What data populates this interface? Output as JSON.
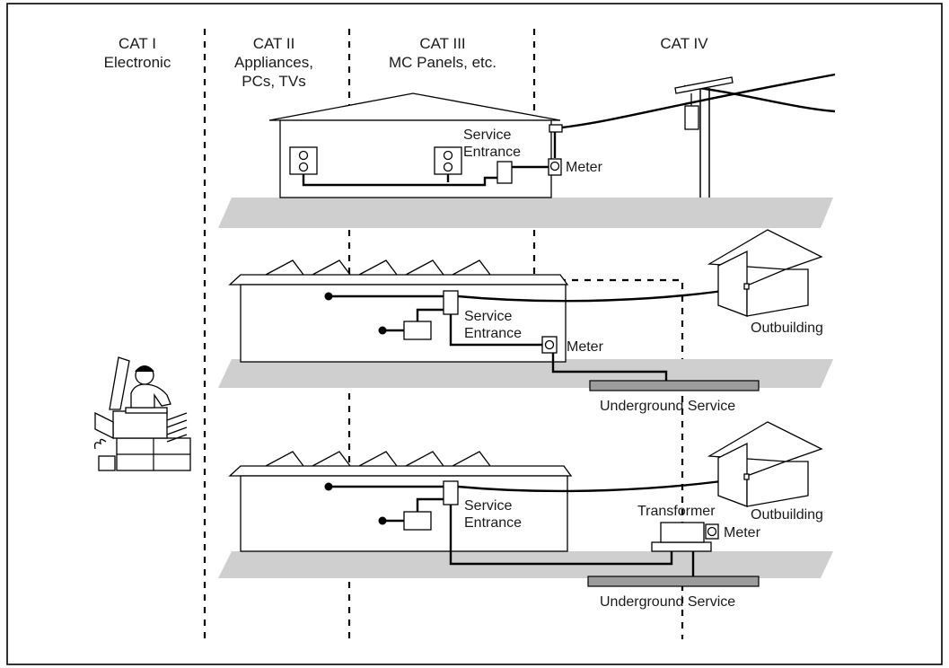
{
  "categories": [
    {
      "id": "cat1",
      "title": "CAT I",
      "lines": [
        "Electronic"
      ]
    },
    {
      "id": "cat2",
      "title": "CAT II",
      "lines": [
        "Appliances,",
        "PCs, TVs"
      ]
    },
    {
      "id": "cat3",
      "title": "CAT III",
      "lines": [
        "MC Panels, etc."
      ]
    },
    {
      "id": "cat4",
      "title": "CAT IV",
      "lines": []
    }
  ],
  "labels": {
    "service_entrance_1": [
      "Service",
      "Entrance"
    ],
    "meter_1": "Meter",
    "service_entrance_2": [
      "Service",
      "Entrance"
    ],
    "meter_2": "Meter",
    "outbuilding_2": "Outbuilding",
    "underground_2": "Underground Service",
    "service_entrance_3": [
      "Service",
      "Entrance"
    ],
    "transformer_3": "Transformer",
    "meter_3": "Meter",
    "outbuilding_3": "Outbuilding",
    "underground_3": "Underground Service"
  }
}
